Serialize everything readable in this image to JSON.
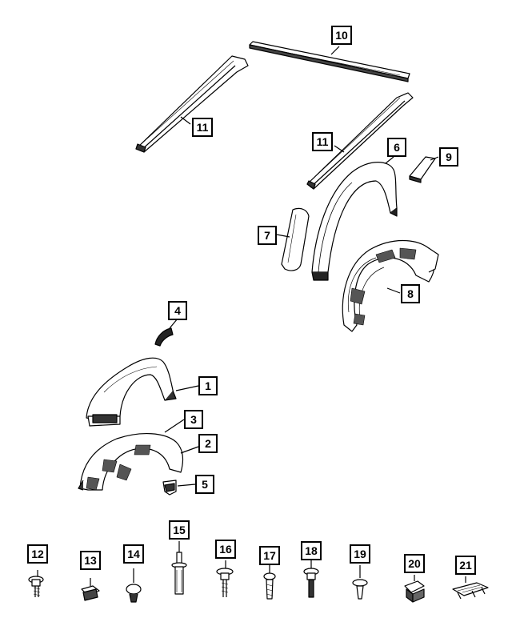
{
  "callouts": {
    "c1": "1",
    "c2": "2",
    "c3": "3",
    "c4": "4",
    "c5": "5",
    "c6": "6",
    "c7": "7",
    "c8": "8",
    "c9": "9",
    "c10": "10",
    "c11a": "11",
    "c11b": "11",
    "c12": "12",
    "c13": "13",
    "c14": "14",
    "c15": "15",
    "c16": "16",
    "c17": "17",
    "c18": "18",
    "c19": "19",
    "c20": "20",
    "c21": "21"
  },
  "colors": {
    "line": "#000000",
    "fill_light": "#ffffff",
    "fill_dark": "#2a2a2a",
    "fill_mid": "#8a8a8a"
  }
}
